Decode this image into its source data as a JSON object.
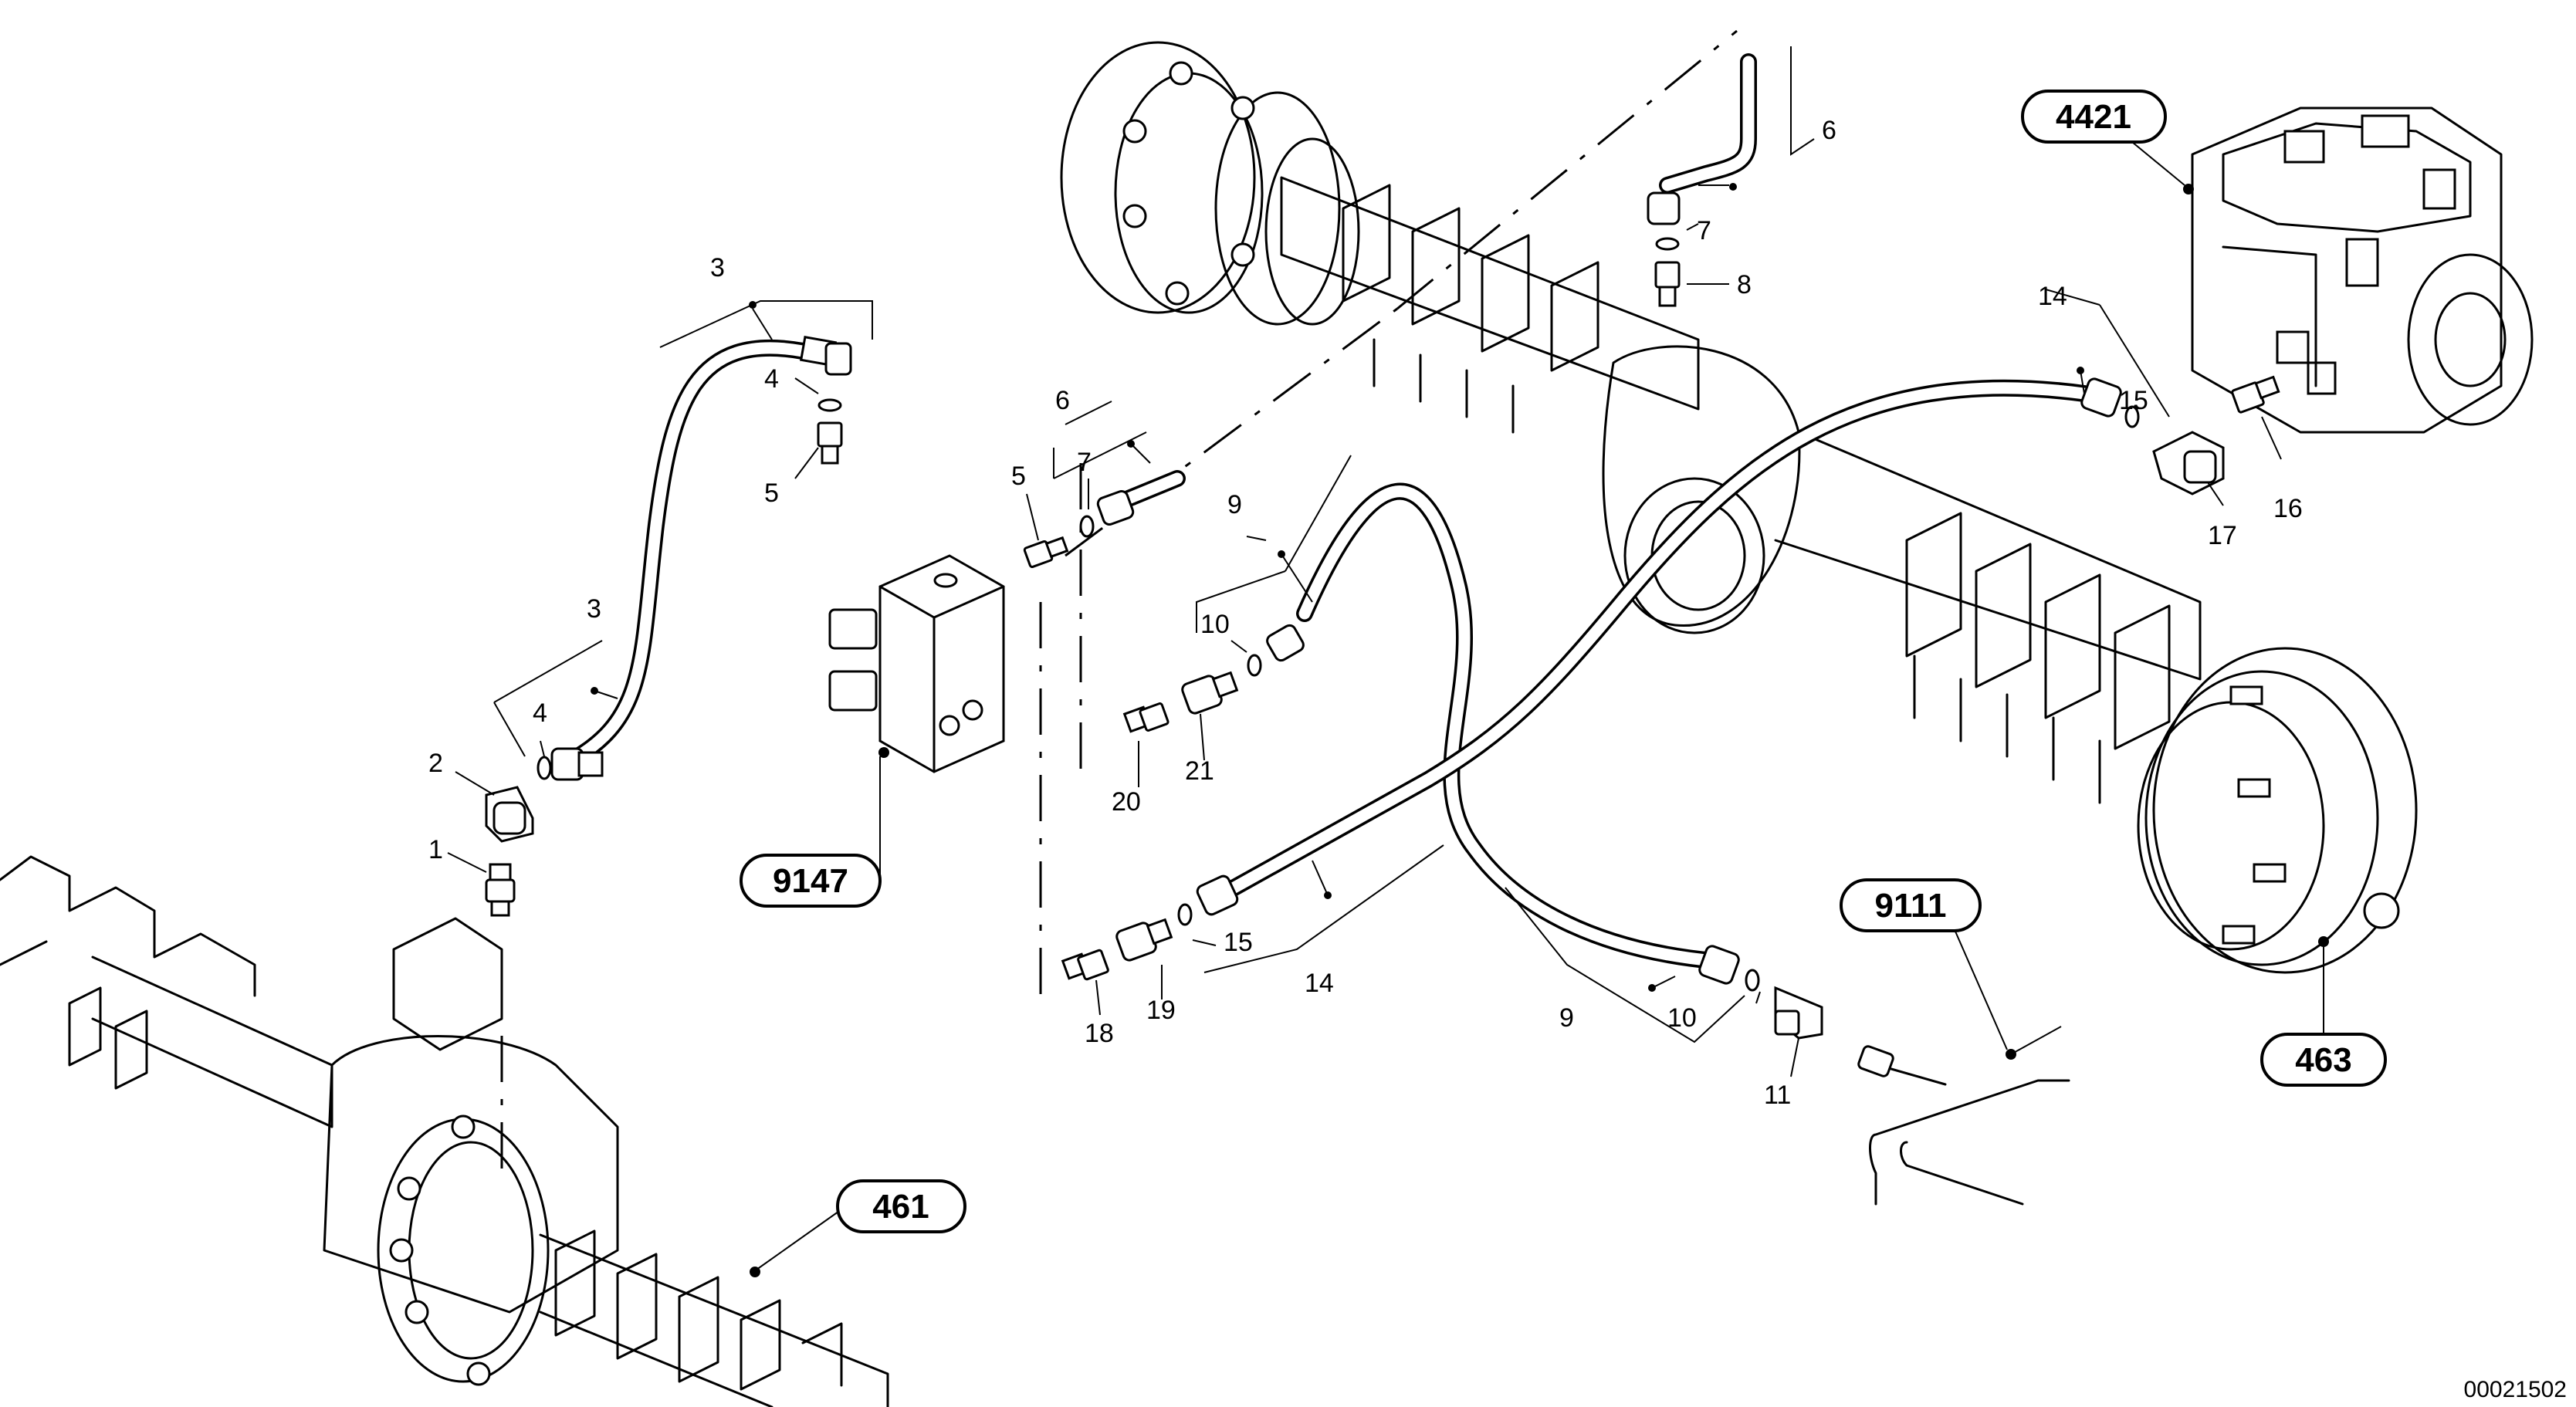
{
  "drawing": {
    "document_number": "00021502",
    "assembly_refs": [
      {
        "id": "ref-461",
        "text": "461"
      },
      {
        "id": "ref-463",
        "text": "463"
      },
      {
        "id": "ref-4421",
        "text": "4421"
      },
      {
        "id": "ref-9111",
        "text": "9111"
      },
      {
        "id": "ref-9147",
        "text": "9147"
      }
    ],
    "callouts": {
      "c1": "1",
      "c2": "2",
      "c3a": "3",
      "c3b": "3",
      "c4a": "4",
      "c4b": "4",
      "c5a": "5",
      "c5b": "5",
      "c6a": "6",
      "c6b": "6",
      "c7a": "7",
      "c7b": "7",
      "c8": "8",
      "c9a": "9",
      "c9b": "9",
      "c10a": "10",
      "c10b": "10",
      "c11": "11",
      "c14a": "14",
      "c14b": "14",
      "c15a": "15",
      "c15b": "15",
      "c16": "16",
      "c17": "17",
      "c18": "18",
      "c19": "19",
      "c20": "20",
      "c21": "21"
    }
  }
}
